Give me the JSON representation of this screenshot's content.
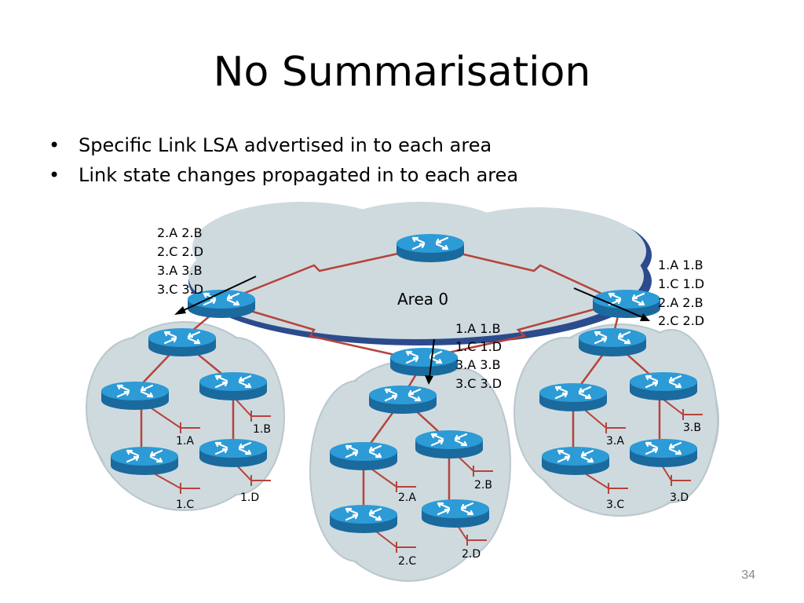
{
  "slide": {
    "title": "No Summarisation",
    "bullet_char": "•",
    "bullets": [
      "Specific Link LSA advertised in to each area",
      "Link state changes propagated in to each area"
    ],
    "page_number": "34"
  },
  "diagram": {
    "area0_label": "Area 0",
    "lsa_left": [
      "2.A 2.B",
      "2.C 2.D",
      "3.A 3.B",
      "3.C 3.D"
    ],
    "lsa_right": [
      "1.A 1.B",
      "1.C 1.D",
      "2.A 2.B",
      "2.C 2.D"
    ],
    "lsa_center": [
      "1.A 1.B",
      "1.C 1.D",
      "3.A 3.B",
      "3.C 3.D"
    ],
    "area1_links": {
      "a": "1.A",
      "b": "1.B",
      "c": "1.C",
      "d": "1.D"
    },
    "area2_links": {
      "a": "2.A",
      "b": "2.B",
      "c": "2.C",
      "d": "2.D"
    },
    "area3_links": {
      "a": "3.A",
      "b": "3.B",
      "c": "3.C",
      "d": "3.D"
    },
    "colors": {
      "cloud": "#cfdadf",
      "cloud_edge": "#2b4b8c",
      "link": "#b5443a",
      "router_top": "#2d9bd6",
      "router_side": "#1a6a9e"
    }
  }
}
